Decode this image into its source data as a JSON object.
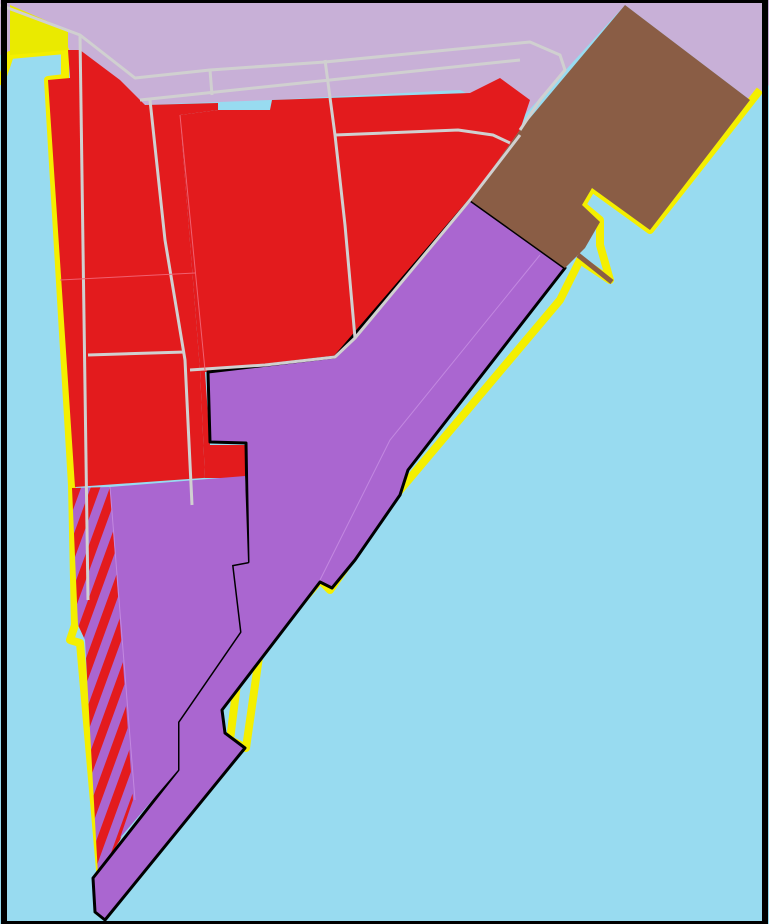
{
  "map": {
    "colors": {
      "water": "#98dbf0",
      "land_north": "#c8b0d7",
      "residential_red": "#e31b1d",
      "commercial_purple": "#aa66d0",
      "industrial_brown": "#8a5d45",
      "shoreline_yellow": "#f4ef00",
      "road_gray": "#d0d0d0",
      "boundary_black": "#000000"
    },
    "zones": [
      {
        "id": "zone-north-land",
        "kind": "land_north"
      },
      {
        "id": "zone-red-west",
        "kind": "residential_red"
      },
      {
        "id": "zone-red-central",
        "kind": "residential_red"
      },
      {
        "id": "zone-purple-main",
        "kind": "commercial_purple"
      },
      {
        "id": "zone-hatched-strip",
        "kind": "mixed_red_purple"
      },
      {
        "id": "zone-brown-port",
        "kind": "industrial_brown"
      },
      {
        "id": "zone-yellow-corner",
        "kind": "shoreline_yellow"
      }
    ]
  }
}
